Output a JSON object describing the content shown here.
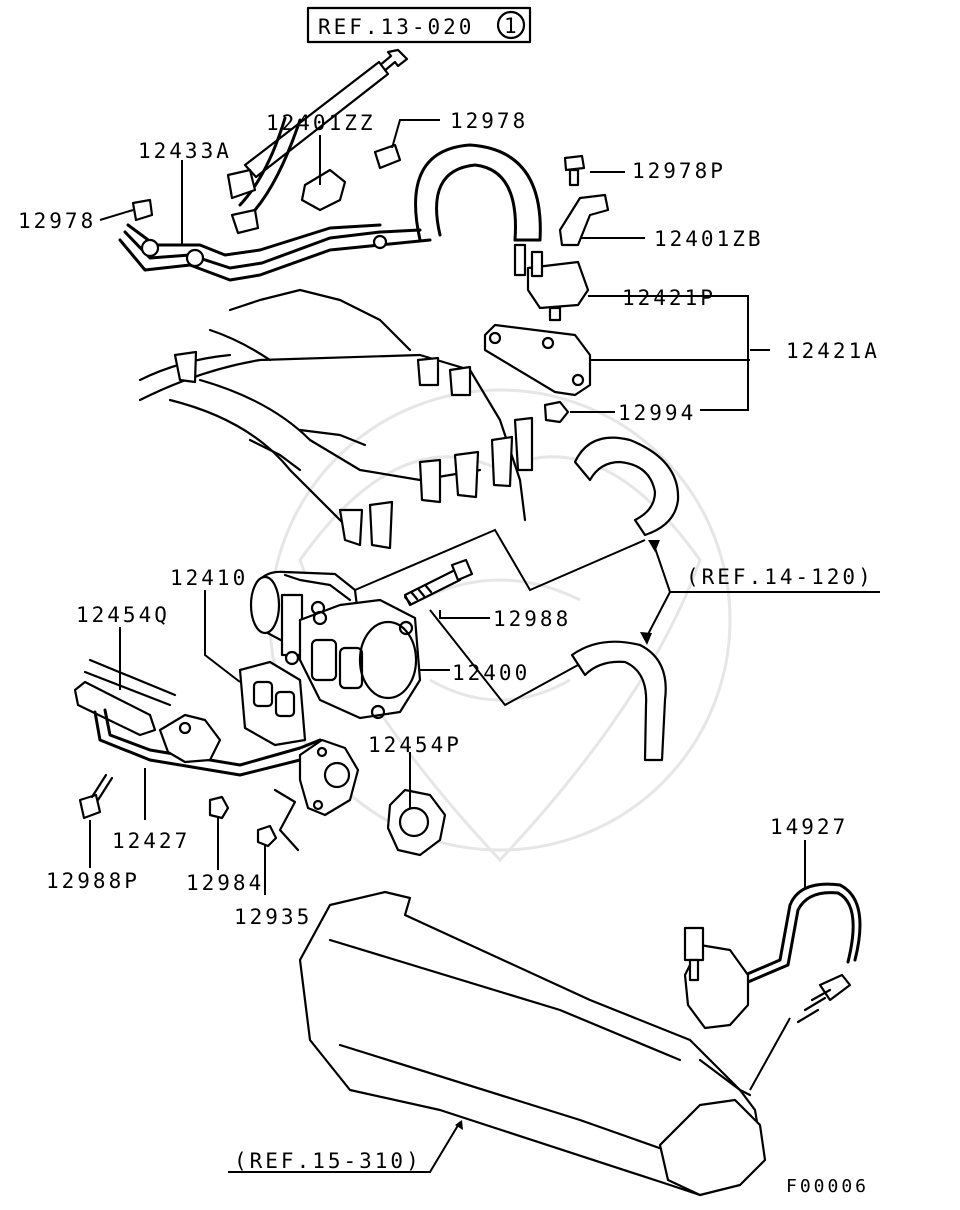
{
  "diagram": {
    "ref_top": {
      "text": "REF.13-020",
      "circled": "1"
    },
    "labels": {
      "p12401ZZ": "12401ZZ",
      "p12978_top": "12978",
      "p12433A": "12433A",
      "p12978P": "12978P",
      "p12978_left": "12978",
      "p12401ZB": "12401ZB",
      "p12421P": "12421P",
      "p12421A": "12421A",
      "p12994": "12994",
      "p12410": "12410",
      "p12454Q": "12454Q",
      "ref14": "(REF.14-120)",
      "p12988": "12988",
      "p12400": "12400",
      "p12454P": "12454P",
      "p12427": "12427",
      "p12988P": "12988P",
      "p12984": "12984",
      "p12935": "12935",
      "p14927": "14927",
      "ref15": "(REF.15-310)",
      "fig_code": "F00006"
    }
  }
}
